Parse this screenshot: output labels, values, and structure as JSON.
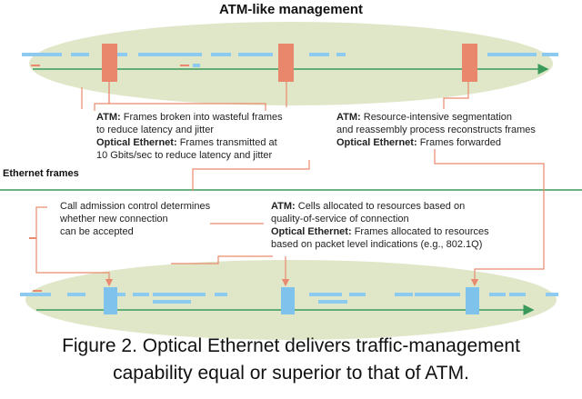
{
  "diagram": {
    "title_top": "ATM-like management",
    "ethernet_label": "Ethernet frames",
    "annotations": {
      "frames_broken": {
        "atm_label": "ATM:",
        "atm_text": "Frames broken into wasteful frames",
        "atm_text2": "to reduce latency and jitter",
        "oe_label": "Optical Ethernet:",
        "oe_text": "Frames transmitted at",
        "oe_text2": "10 Gbits/sec to reduce latency and jitter"
      },
      "segmentation": {
        "atm_label": "ATM:",
        "atm_text": "Resource-intensive segmentation",
        "atm_text2": "and reassembly process reconstructs frames",
        "oe_label": "Optical Ethernet:",
        "oe_text": "Frames forwarded"
      },
      "call_admission": {
        "line1": "Call admission control determines",
        "line2": "whether new connection",
        "line3": "can be accepted"
      },
      "cells_allocated": {
        "atm_label": "ATM:",
        "atm_text": "Cells allocated to resources based on",
        "atm_text2": "quality-of-service of connection",
        "oe_label": "Optical Ethernet:",
        "oe_text": "Frames allocated to resources",
        "oe_text2": "based on packet level indications (e.g., 802.1Q)"
      }
    },
    "caption_line1": "Figure 2. Optical Ethernet delivers traffic-management",
    "caption_line2": "capability equal or superior to that of ATM.",
    "colors": {
      "ellipse": "#dfe7c8",
      "atm_box": "#e8876b",
      "eth_box": "#7fc2ec",
      "dash": "#8ccbef",
      "flow_line": "#3a9a5a",
      "connector": "#e98a6e",
      "divider": "#3a9a5a"
    }
  }
}
